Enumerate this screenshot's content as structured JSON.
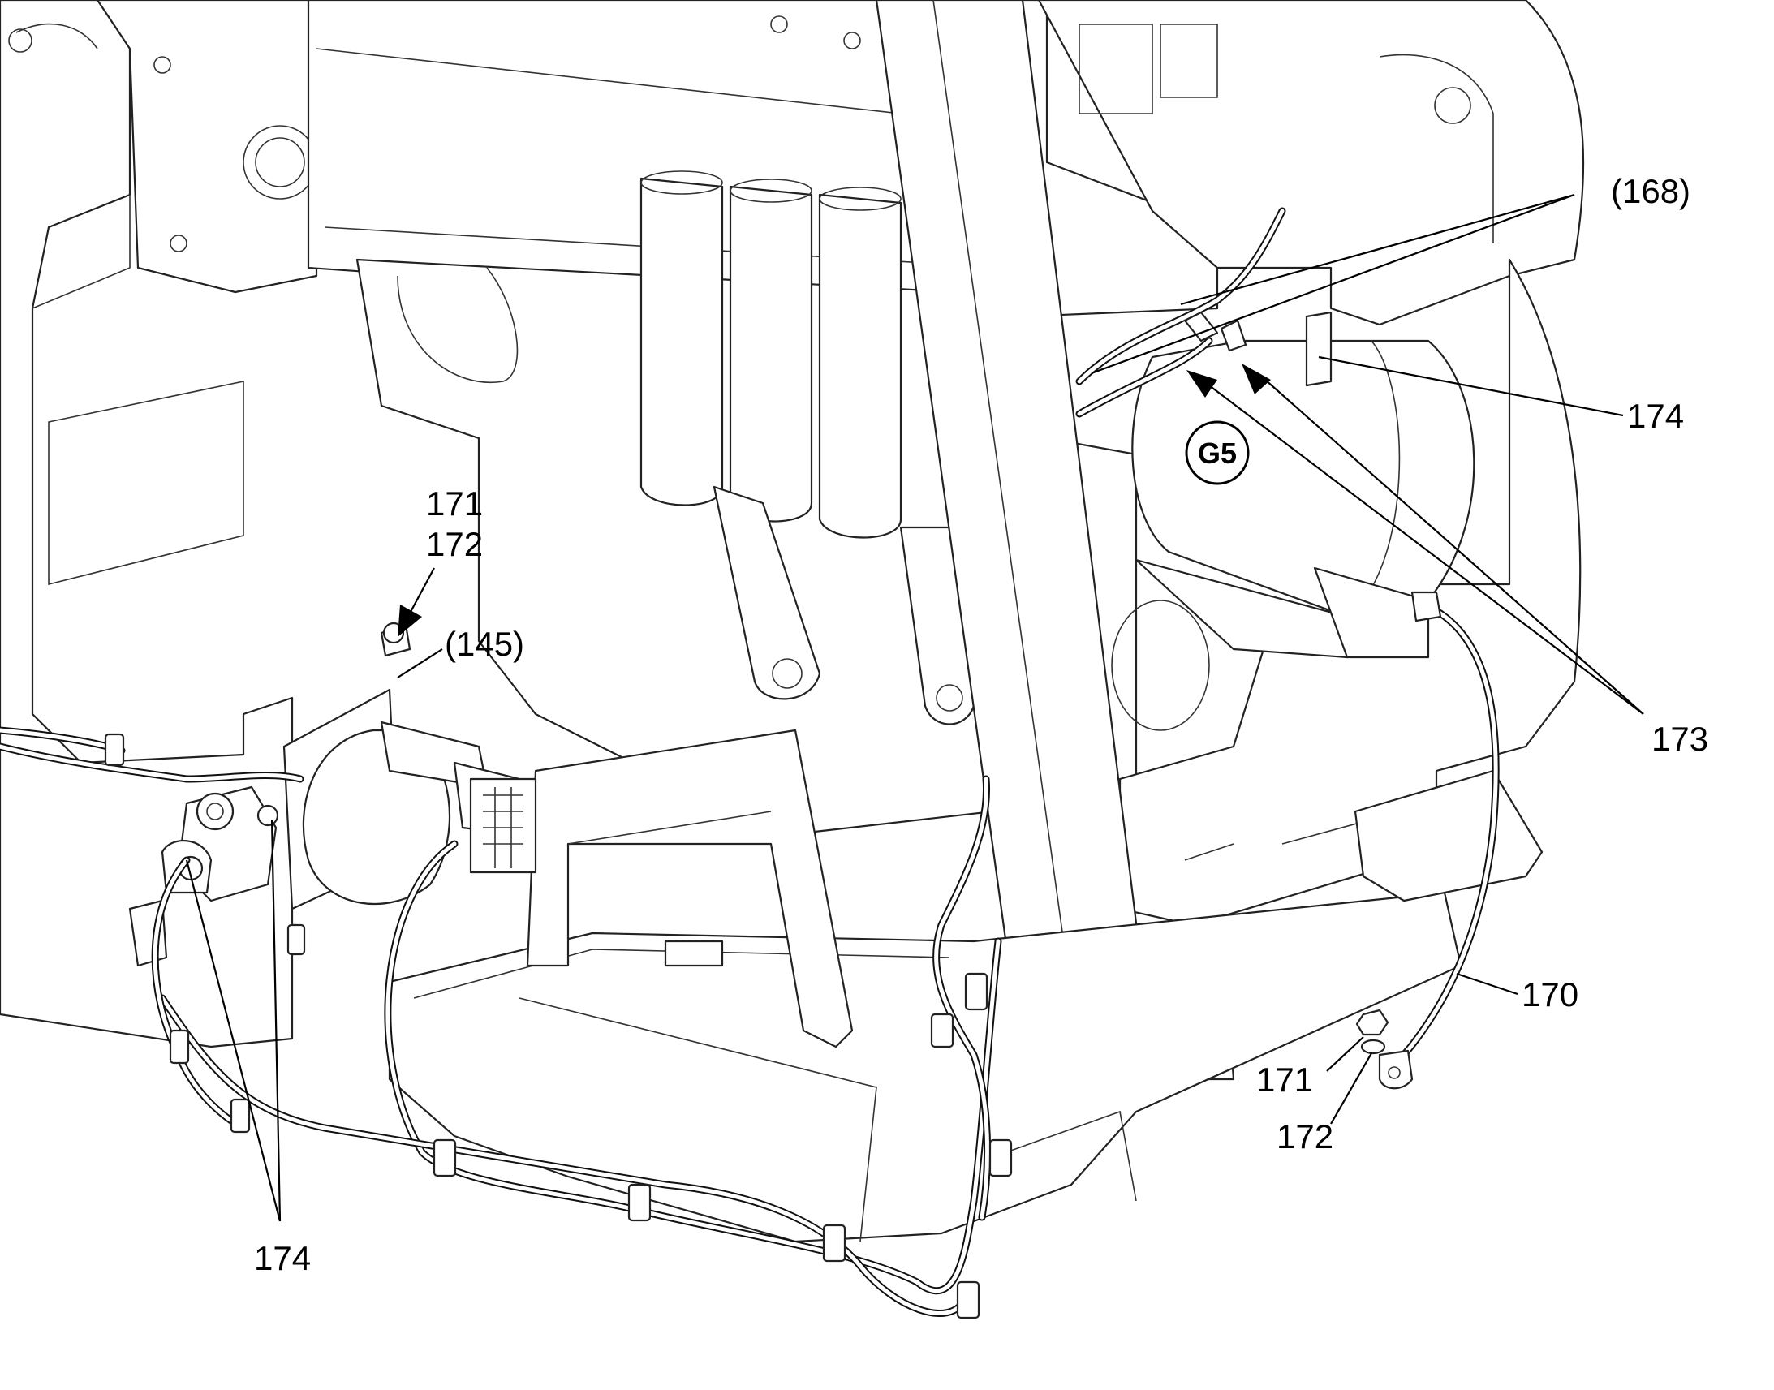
{
  "callouts": {
    "c168": "(168)",
    "c174_right": "174",
    "c171_top": "171",
    "c172_top": "172",
    "c145": "(145)",
    "c173": "173",
    "c170": "170",
    "c171_bottom": "171",
    "c172_bottom": "172",
    "c174_bottom": "174"
  },
  "badge": {
    "label": "G5"
  },
  "colors": {
    "line": "#000000",
    "background": "#ffffff"
  }
}
